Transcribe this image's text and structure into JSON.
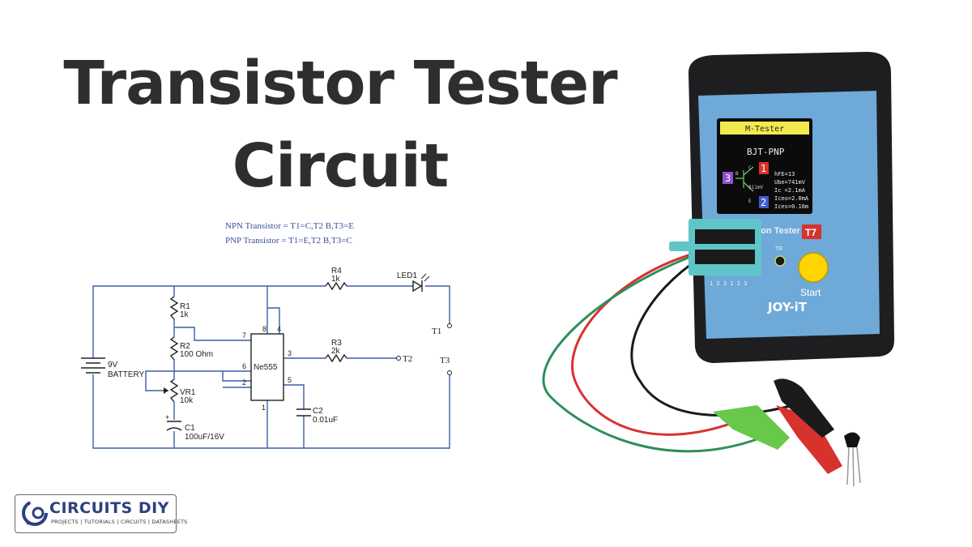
{
  "title": {
    "line1": "Transistor Tester",
    "line2": "Circuit"
  },
  "notes": {
    "npn": "NPN Transistor = T1=C,T2 B,T3=E",
    "pnp": "PNP Transistor = T1=E,T2 B,T3=C"
  },
  "circuit": {
    "battery": {
      "name": "9V",
      "desc": "BATTERY"
    },
    "r1": {
      "name": "R1",
      "value": "1k"
    },
    "r2": {
      "name": "R2",
      "value": "100 Ohm"
    },
    "vr1": {
      "name": "VR1",
      "value": "10k"
    },
    "c1": {
      "name": "C1",
      "value": "100uF/16V"
    },
    "ic": {
      "name": "Ne555",
      "pins": [
        "8",
        "4",
        "7",
        "6",
        "2",
        "3",
        "5",
        "1"
      ]
    },
    "c2": {
      "name": "C2",
      "value": "0.01uF"
    },
    "r3": {
      "name": "R3",
      "value": "2k"
    },
    "r4": {
      "name": "R4",
      "value": "1k"
    },
    "led": {
      "name": "LED1"
    },
    "terminals": {
      "t1": "T1",
      "t2": "T2",
      "t3": "T3"
    }
  },
  "device": {
    "screen_title": "M-Tester",
    "screen_type": "BJT-PNP",
    "pins": {
      "p1": "1",
      "p2": "2",
      "p3": "3",
      "b": "B",
      "c": "C",
      "e": "E",
      "vbe": "811mV"
    },
    "readings": [
      "hFE=13",
      "Ube=741mV",
      "Ic =2.1mA",
      "Iceo=2.0mA",
      "Ices=0.16m"
    ],
    "model_label": "Multi-function Tester -",
    "model": "T7",
    "start_label": "Start",
    "brand": "JOY-iT",
    "tr_label": "TR",
    "socket_numbers": "1 2 3 1 2 3"
  },
  "logo": {
    "name": "CIRCUITS DIY",
    "tagline": "PROJECTS | TUTORIALS | CIRCUITS | DATASHEETS"
  },
  "colors": {
    "title": "#2e2e2e",
    "wire": "#3a5fa8",
    "notes": "#3c4e9a",
    "device_body": "#1e1e20",
    "device_panel": "#6fa9d8",
    "screen_header": "#f2e94e",
    "start_button": "#ffd400",
    "logo_blue": "#2c3f80",
    "lead_red": "#d8322e",
    "lead_green": "#2e8f5a"
  }
}
